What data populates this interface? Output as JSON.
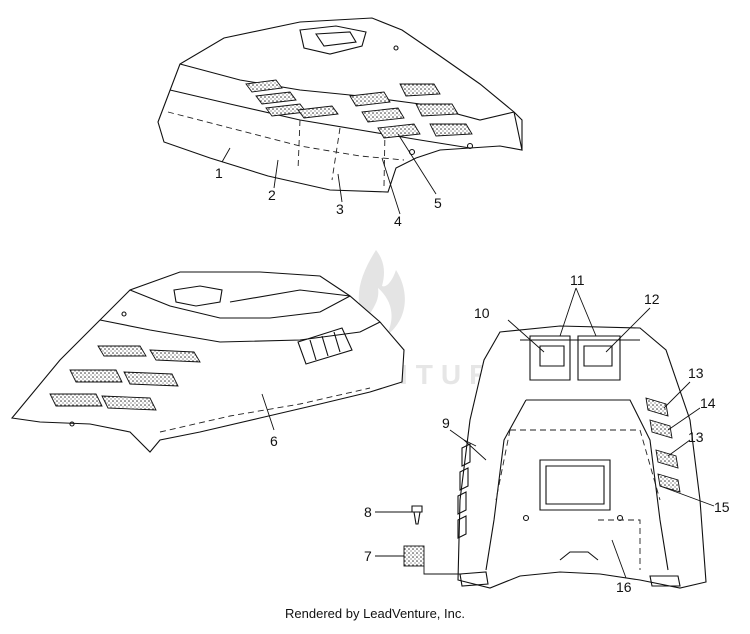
{
  "watermark": {
    "text": "LEADVENTURE"
  },
  "credit": "Rendered by LeadVenture, Inc.",
  "callouts": [
    "1",
    "2",
    "3",
    "4",
    "5",
    "6",
    "7",
    "8",
    "9",
    "10",
    "11",
    "12",
    "13",
    "14",
    "13",
    "15",
    "16"
  ]
}
